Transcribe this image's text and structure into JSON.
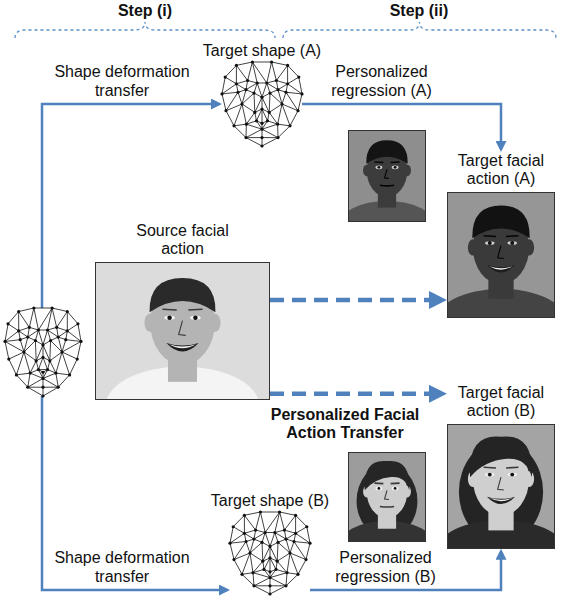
{
  "diagram": {
    "nodes": [
      {
        "text": [
          "Target shape (A)"
        ]
      },
      {
        "text": [
          "Target facial action (A)"
        ]
      },
      {
        "text": [
          "Source facial action"
        ]
      },
      {
        "text": [
          "Target facial action (B)"
        ]
      },
      {
        "text": [
          "Target shape (B)"
        ]
      }
    ],
    "edges": [
      {
        "from": 0,
        "to": 1,
        "label": "Personalized regression (A)",
        "arrow": "to"
      },
      {
        "from": 2,
        "to": 1,
        "arrow": "to"
      },
      {
        "from": 2,
        "to": 3,
        "arrow": "to"
      },
      {
        "from": 4,
        "to": 3,
        "label": "Personalized regression (B)",
        "arrow": "to"
      }
    ],
    "labels": [
      "Step (i)",
      "Step (ii)",
      "Shape deformation transfer",
      "Shape deformation transfer",
      "Personalized Facial Action Transfer"
    ]
  }
}
